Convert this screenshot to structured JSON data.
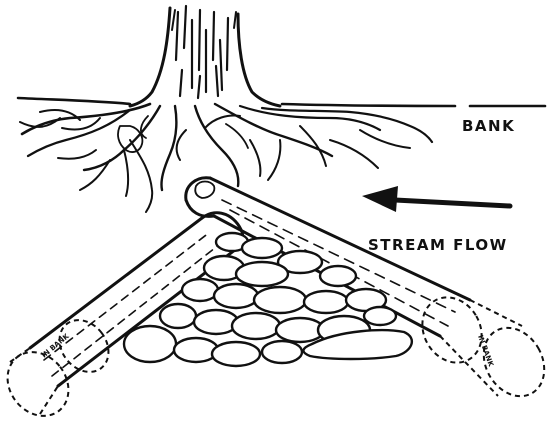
{
  "labels": {
    "bank": "BANK",
    "stream_flow": "STREAM FLOW",
    "in_bank_left": "IN BANK",
    "in_bank_right": "IN BANK"
  },
  "icons": {
    "flow_arrow": "arrow-left-icon"
  },
  "colors": {
    "ink": "#111111",
    "paper": "#ffffff"
  }
}
